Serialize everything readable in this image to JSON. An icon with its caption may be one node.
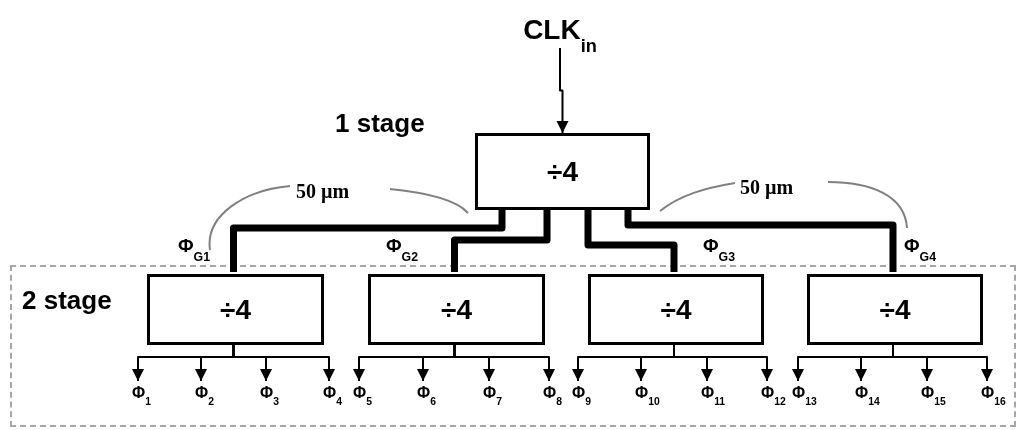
{
  "diagram": {
    "nodes": [
      {
        "text": [
          "CLK$_{in}$"
        ]
      },
      {
        "text": [
          "÷4"
        ]
      },
      {
        "text": [
          "2 stage"
        ]
      },
      {
        "text": [
          "÷4"
        ],
        "in": 2
      },
      {
        "text": [
          "÷4"
        ],
        "in": 2
      },
      {
        "text": [
          "÷4"
        ],
        "in": 2
      },
      {
        "text": [
          "÷4"
        ],
        "in": 2
      },
      {
        "text": [
          "Φ$_{1}$"
        ],
        "in": 2
      },
      {
        "text": [
          "Φ$_{2}$"
        ],
        "in": 2
      },
      {
        "text": [
          "Φ$_{3}$"
        ],
        "in": 2
      },
      {
        "text": [
          "Φ$_{4}$"
        ],
        "in": 2
      },
      {
        "text": [
          "Φ$_{5}$"
        ],
        "in": 2
      },
      {
        "text": [
          "Φ$_{6}$"
        ],
        "in": 2
      },
      {
        "text": [
          "Φ$_{7}$"
        ],
        "in": 2
      },
      {
        "text": [
          "Φ$_{8}$"
        ],
        "in": 2
      },
      {
        "text": [
          "Φ$_{9}$"
        ],
        "in": 2
      },
      {
        "text": [
          "Φ$_{10}$"
        ],
        "in": 2
      },
      {
        "text": [
          "Φ$_{11}$"
        ],
        "in": 2
      },
      {
        "text": [
          "Φ$_{12}$"
        ],
        "in": 2
      },
      {
        "text": [
          "Φ$_{13}$"
        ],
        "in": 2
      },
      {
        "text": [
          "Φ$_{14}$"
        ],
        "in": 2
      },
      {
        "text": [
          "Φ$_{15}$"
        ],
        "in": 2
      },
      {
        "text": [
          "Φ$_{16}$"
        ],
        "in": 2
      }
    ],
    "edges": [
      {
        "from": 0,
        "to": 1,
        "arrow": "to"
      },
      {
        "from": 1,
        "to": 3,
        "arrow": "none",
        "style": "thick"
      },
      {
        "from": 1,
        "to": 4,
        "arrow": "none",
        "style": "thick"
      },
      {
        "from": 1,
        "to": 5,
        "arrow": "none",
        "style": "thick"
      },
      {
        "from": 1,
        "to": 6,
        "arrow": "none",
        "style": "thick"
      },
      {
        "from": 3,
        "to": 7,
        "arrow": "to"
      },
      {
        "from": 3,
        "to": 8,
        "arrow": "to"
      },
      {
        "from": 3,
        "to": 9,
        "arrow": "to"
      },
      {
        "from": 3,
        "to": 10,
        "arrow": "to"
      },
      {
        "from": 4,
        "to": 11,
        "arrow": "to"
      },
      {
        "from": 4,
        "to": 12,
        "arrow": "to"
      },
      {
        "from": 4,
        "to": 13,
        "arrow": "to"
      },
      {
        "from": 4,
        "to": 14,
        "arrow": "to"
      },
      {
        "from": 5,
        "to": 15,
        "arrow": "to"
      },
      {
        "from": 5,
        "to": 16,
        "arrow": "to"
      },
      {
        "from": 5,
        "to": 17,
        "arrow": "to"
      },
      {
        "from": 5,
        "to": 18,
        "arrow": "to"
      },
      {
        "from": 6,
        "to": 19,
        "arrow": "to"
      },
      {
        "from": 6,
        "to": 20,
        "arrow": "to"
      },
      {
        "from": 6,
        "to": 21,
        "arrow": "to"
      },
      {
        "from": 6,
        "to": 22,
        "arrow": "to"
      }
    ],
    "labels": [
      "1 stage",
      "50 µm",
      "50 µm",
      "Φ$_{G1}$",
      "Φ$_{G2}$",
      "Φ$_{G3}$",
      "Φ$_{G4}$"
    ]
  }
}
